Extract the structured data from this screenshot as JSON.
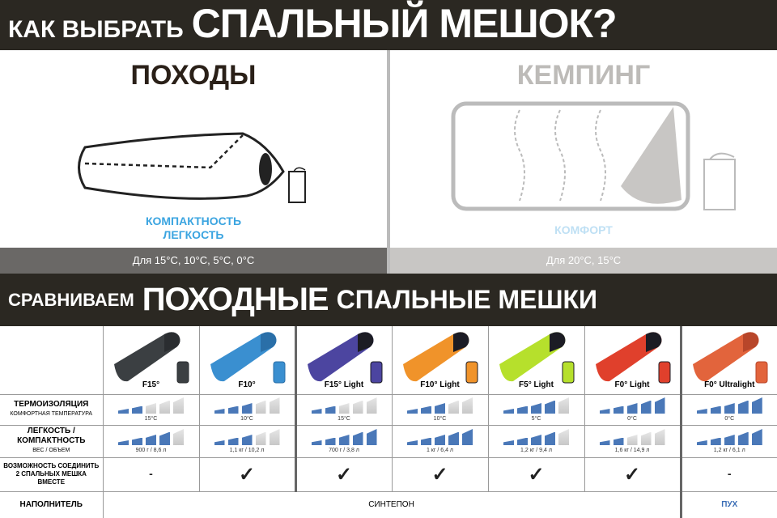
{
  "header": {
    "small": "КАК ВЫБРАТЬ",
    "big": "СПАЛЬНЫЙ МЕШОК?"
  },
  "hiking": {
    "title": "ПОХОДЫ",
    "caption1": "КОМПАКТНОСТЬ",
    "caption2": "ЛЕГКОСТЬ",
    "footer": "Для  15°C, 10°C, 5°C, 0°C"
  },
  "camping": {
    "title": "КЕМПИНГ",
    "caption": "КОМФОРТ",
    "footer": "Для 20°C, 15°C"
  },
  "section": {
    "small": "СРАВНИВАЕМ",
    "big": "ПОХОДНЫЕ",
    "rest": "СПАЛЬНЫЕ МЕШКИ"
  },
  "rows": {
    "thermo": {
      "title": "ТЕРМОИЗОЛЯЦИЯ",
      "sub": "КОМФОРТНАЯ ТЕМПЕРАТУРА"
    },
    "weight": {
      "title1": "ЛЕГКОСТЬ /",
      "title2": "КОМПАКТНОСТЬ",
      "sub": "ВЕС / ОБЪЕМ"
    },
    "connect": {
      "title": "ВОЗМОЖНОСТЬ СОЕДИНИТЬ 2 СПАЛЬНЫХ МЕШКА ВМЕСТЕ"
    },
    "filler": {
      "title": "НАПОЛНИТЕЛЬ",
      "synth": "СИНТЕПОН",
      "down": "ПУХ"
    }
  },
  "colors": {
    "filled": "#4a78b8",
    "empty": "#d4d4d4",
    "down": "#3a6db5"
  },
  "products": [
    {
      "name": "F15°",
      "thermo": "15°C",
      "thermo_level": 2,
      "weight": "900 г / 8,6 л",
      "weight_level": 4,
      "connect": "-",
      "color": "#3b3f42",
      "accent": "#2a2d30"
    },
    {
      "name": "F10°",
      "thermo": "10°C",
      "thermo_level": 3,
      "weight": "1,1 кг / 10,2 л",
      "weight_level": 3,
      "connect": "✓",
      "color": "#3a8fd0",
      "accent": "#2a6fa8"
    },
    {
      "name": "F15° Light",
      "thermo": "15°C",
      "thermo_level": 2,
      "weight": "700 г / 3,8 л",
      "weight_level": 5,
      "connect": "✓",
      "color": "#4c45a0",
      "accent": "#1c1c24"
    },
    {
      "name": "F10° Light",
      "thermo": "10°C",
      "thermo_level": 3,
      "weight": "1 кг / 6,4 л",
      "weight_level": 5,
      "connect": "✓",
      "color": "#f0932a",
      "accent": "#1c1c24"
    },
    {
      "name": "F5° Light",
      "thermo": "5°C",
      "thermo_level": 4,
      "weight": "1,2 кг / 9,4 л",
      "weight_level": 4,
      "connect": "✓",
      "color": "#b6e02c",
      "accent": "#1c1c24"
    },
    {
      "name": "F0° Light",
      "thermo": "0°C",
      "thermo_level": 5,
      "weight": "1,6 кг / 14,9 л",
      "weight_level": 2,
      "connect": "✓",
      "color": "#e0402c",
      "accent": "#1c1c24"
    },
    {
      "name": "F0° Ultralight",
      "thermo": "0°C",
      "thermo_level": 5,
      "weight": "1,2 кг / 6,1 л",
      "weight_level": 5,
      "connect": "-",
      "color": "#e2643c",
      "accent": "#b8462a"
    }
  ]
}
